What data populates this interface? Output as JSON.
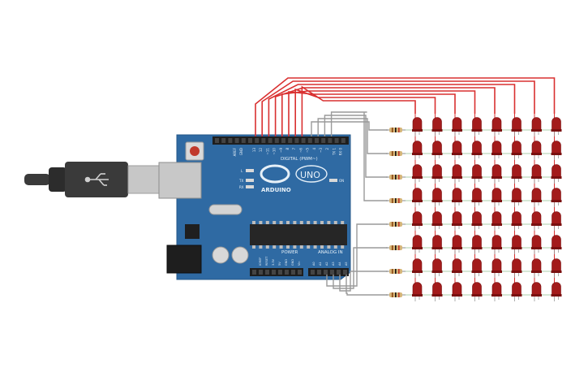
{
  "board": {
    "logo_text": "ARDUINO",
    "model": "UNO",
    "digital_label": "DIGITAL (PWM~)",
    "power_label": "POWER",
    "analog_label": "ANALOG IN",
    "aref_label": "AREF",
    "gnd_label": "GND",
    "on_label": "ON",
    "l_label": "L",
    "tx_label": "TX",
    "rx_label": "RX",
    "digital_pins": [
      "13",
      "12",
      "~11",
      "~10",
      "~9",
      "8",
      "7",
      "~6",
      "~5",
      "4",
      "~3",
      "2",
      "TX 1",
      "RX 0"
    ],
    "power_pins": [
      "IOREF",
      "RESET",
      "3.3V",
      "5V",
      "GND",
      "GND",
      "Vin"
    ],
    "analog_pins": [
      "A0",
      "A1",
      "A2",
      "A3",
      "A4",
      "A5"
    ]
  },
  "colors": {
    "board": "#2f6aa3",
    "wire_red": "#d93030",
    "wire_gray": "#9a9a9a",
    "led": "#a31b1b",
    "led_dark": "#7a1010",
    "cable": "#3a3a3a"
  },
  "matrix": {
    "rows": 8,
    "cols": 8
  }
}
